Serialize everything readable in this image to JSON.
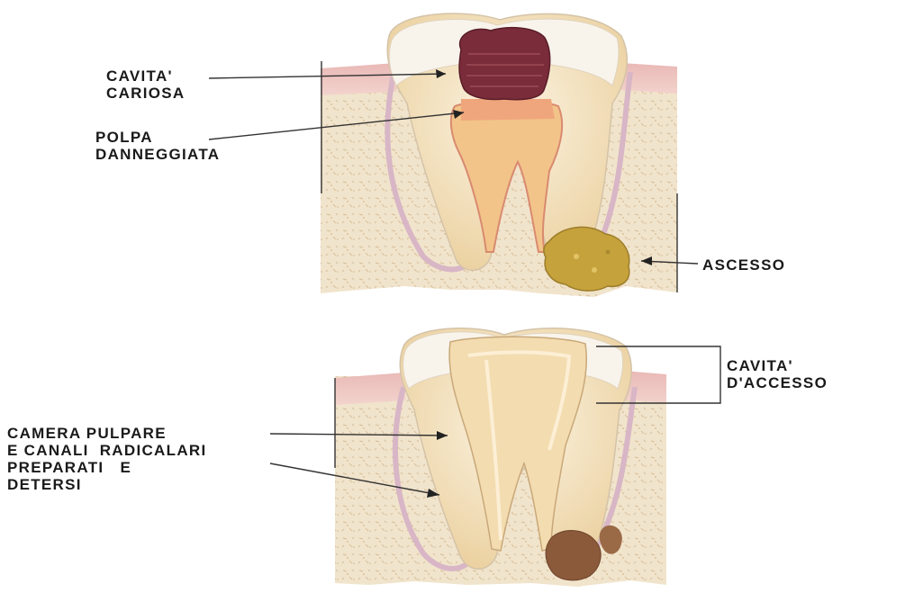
{
  "labels": {
    "cavita_cariosa": [
      "CAVITA'",
      "CARIOSA"
    ],
    "polpa_danneggiata": [
      "POLPA",
      "DANNEGGIATA"
    ],
    "ascesso": "ASCESSO",
    "cavita_accesso": [
      "CAVITA'",
      "D'ACCESSO"
    ],
    "camera_pulpare": [
      "CAMERA PULPARE",
      "E CANALI  RADICALARI",
      "PREPARATI   E",
      "DETERSI"
    ]
  },
  "colors": {
    "gum": "#e8b9b5",
    "bone": "#f1e4cc",
    "enamel": "#f7f3ea",
    "dentin": "#f5ddb0",
    "pulp": "#f2c48a",
    "caries": "#7a2c3a",
    "abscess": "#c6a23c",
    "leader": "#333333"
  }
}
